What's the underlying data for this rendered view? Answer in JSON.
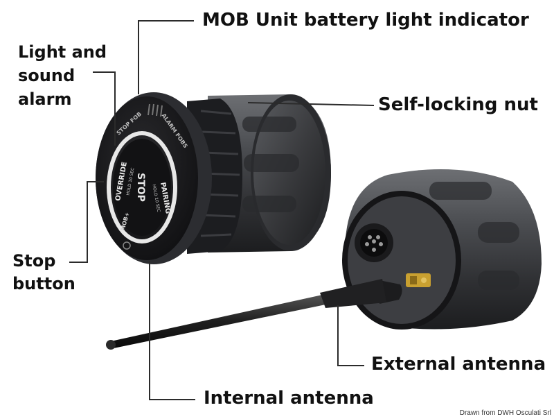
{
  "labels": {
    "battery": "MOB Unit battery light indicator",
    "alarm_lines": [
      "Light and",
      "sound",
      "alarm"
    ],
    "nut": "Self-locking nut",
    "stop_lines": [
      "Stop",
      "button"
    ],
    "external_antenna": "External antenna",
    "internal_antenna": "Internal antenna"
  },
  "device_text": {
    "stop": "STOP",
    "override": "OVERRIDE",
    "override_hint": "HOLD 10 SEC",
    "pairing": "PAIRING",
    "pairing_hint": "HOLD 10 SEC",
    "stop_fob": "STOP FOB",
    "alarm_fobs": "ALARM FOBS",
    "brand": "MOB+"
  },
  "credit": "Drawn from DWH Osculati Srl",
  "colors": {
    "background": "#ffffff",
    "label_text": "#111111",
    "leader_line": "#2b2b2b",
    "device_body": "#3c3d40",
    "device_face": "#1a1a1c",
    "ring": "#e8e8e8",
    "connector_gold": "#c9a030"
  }
}
